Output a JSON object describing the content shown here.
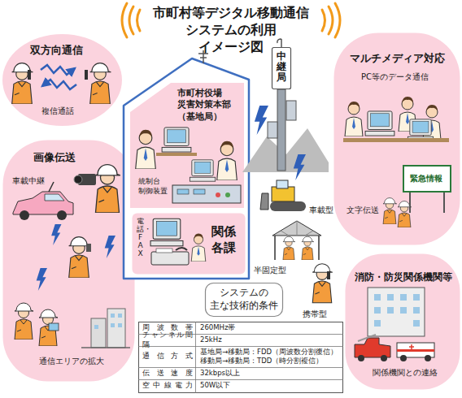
{
  "diagram": {
    "title": "市町村等デジタル移動通信 システムの利用 イメージ図",
    "nodes": [
      {
        "text": [
          "双方向通信",
          "複信通話"
        ]
      },
      {
        "text": [
          "画像伝送",
          "車載中継",
          "通信エリアの拡大"
        ]
      },
      {
        "text": [
          "市町村役場 災害対策本部 （基地局）",
          "統制台 制御装置"
        ]
      },
      {
        "text": [
          "電話・FAX",
          "関係 各課"
        ],
        "in": 2
      },
      {
        "text": [
          "中継局"
        ]
      },
      {
        "text": [
          "マルチメディア対応",
          "PC等のデータ通信",
          "文字伝送"
        ]
      },
      {
        "text": [
          "消防・防災関係機関等",
          "関係機関との連絡"
        ]
      },
      {
        "text": [
          "システムの 主な技術的条件"
        ]
      },
      {
        "text": [
          "周波数帯",
          "260MHz帯",
          "チャンネル間隔",
          "25kHz",
          "通信方式",
          "基地局→移動局：FDD（周波数分割復信） 移動局→移動局：TDD（時分割複信）",
          "伝送速度",
          "32kbps以上",
          "空中線電力",
          "50W以下"
        ]
      }
    ],
    "labels": [
      "車載型",
      "半固定型",
      "携帯型",
      "緊急情報"
    ]
  }
}
